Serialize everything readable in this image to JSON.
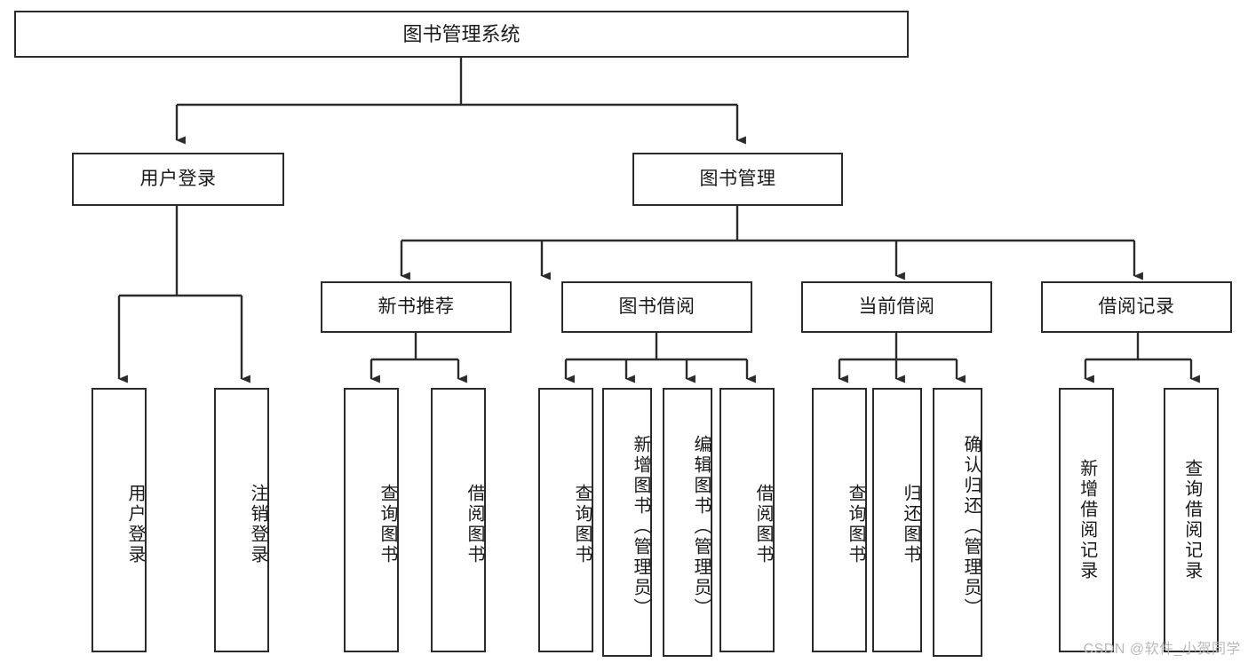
{
  "diagram": {
    "title": "图书管理系统",
    "type": "tree",
    "colors": {
      "stroke": "#2b2b2b",
      "fill": "#ffffff",
      "text": "#1a1a1a",
      "watermark": "#b9b9b9"
    },
    "root": {
      "label": "图书管理系统"
    },
    "level2": [
      {
        "label": "用户登录"
      },
      {
        "label": "图书管理"
      }
    ],
    "level3": [
      {
        "label": "新书推荐"
      },
      {
        "label": "图书借阅"
      },
      {
        "label": "当前借阅"
      },
      {
        "label": "借阅记录"
      }
    ],
    "leaves": {
      "user_login": [
        {
          "label": "用户登录"
        },
        {
          "label": "注销登录"
        }
      ],
      "new_book": [
        {
          "label": "查询图书"
        },
        {
          "label": "借阅图书"
        }
      ],
      "borrow": [
        {
          "label": "查询图书"
        },
        {
          "label": "新增图书（管理员）"
        },
        {
          "label": "编辑图书（管理员）"
        },
        {
          "label": "借阅图书"
        }
      ],
      "current": [
        {
          "label": "查询图书"
        },
        {
          "label": "归还图书"
        },
        {
          "label": "确认归还（管理员）"
        }
      ],
      "records": [
        {
          "label": "新增借阅记录"
        },
        {
          "label": "查询借阅记录"
        }
      ]
    }
  },
  "watermark": {
    "text": "CSDN @软件_小贺同学"
  }
}
